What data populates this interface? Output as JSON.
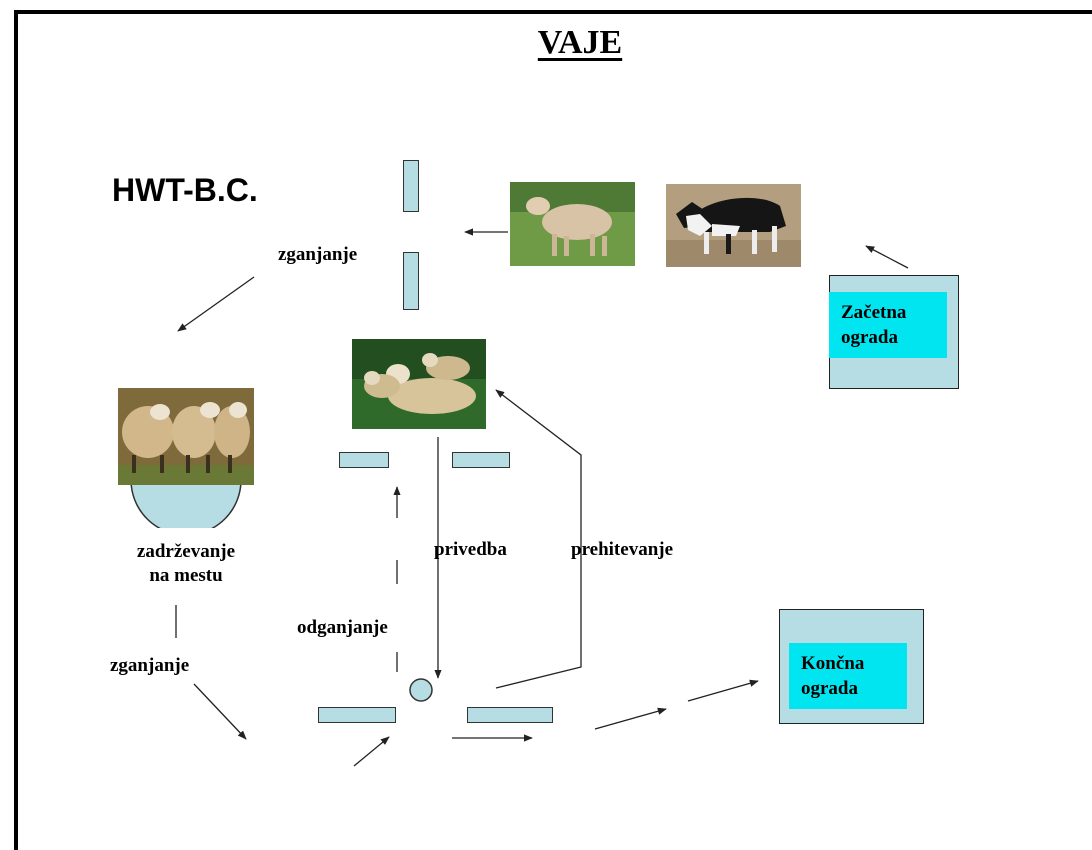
{
  "title": "VAJE",
  "subtitle": "HWT-B.C.",
  "labels": {
    "zganjanje_top": "zganjanje",
    "zadrzevanje_line1": "zadrževanje",
    "zadrzevanje_line2": "na mestu",
    "zganjanje_left": "zganjanje",
    "odganjanje": "odganjanje",
    "privedba": "privedba",
    "prehitevanje": "prehitevanje"
  },
  "pens": {
    "start_line1": "Začetna",
    "start_line2": "ograda",
    "end_line1": "Končna",
    "end_line2": "ograda"
  },
  "colors": {
    "fence": "#b7dde4",
    "pen_label": "#00e5f0"
  }
}
